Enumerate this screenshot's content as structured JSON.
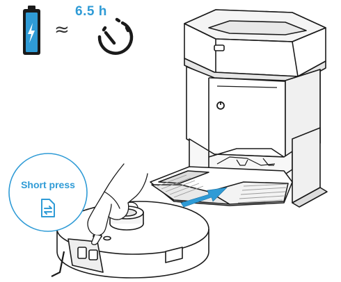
{
  "battery": {
    "runtime_text": "6.5 h",
    "approx_symbol": "≈",
    "icon": "battery-charging-icon",
    "accent_color": "#2f9bd6"
  },
  "callout": {
    "label": "Short press",
    "icon": "dock-return-icon",
    "accent_color": "#2f9bd6"
  },
  "illustration": {
    "subject": "robot-vacuum-and-auto-empty-station",
    "arrow_color": "#2f9bd6"
  }
}
